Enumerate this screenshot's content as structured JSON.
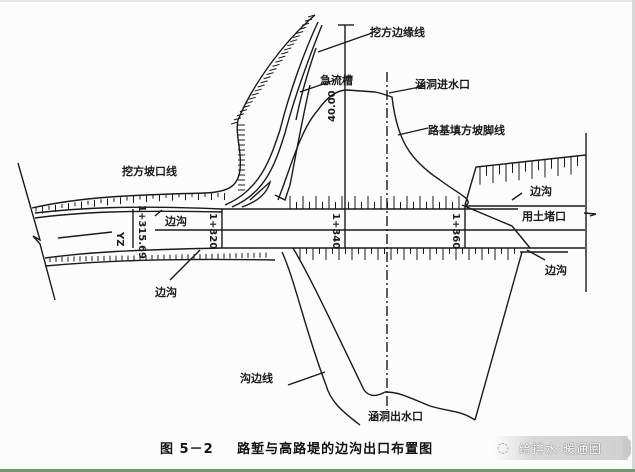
{
  "figure": {
    "caption_number": "图 5－2",
    "caption_title": "路堑与高路堤的边沟出口布置图"
  },
  "labels": {
    "cut_edge_line": "挖方边缘线",
    "chute": "急流槽",
    "culvert_inlet": "涵洞进水口",
    "embankment_toe_line": "路基填方坡脚线",
    "cut_slope_top_line": "挖方坡口线",
    "side_ditch_upper_left": "边沟",
    "side_ditch_lower_left": "边沟",
    "side_ditch_upper_right": "边沟",
    "side_ditch_lower_right": "边沟",
    "soil_plug": "用土堵口",
    "ditch_edge_line": "沟边线",
    "culvert_outlet": "涵洞出水口"
  },
  "stations": {
    "yz": "YZ",
    "s1": "1+315.69",
    "s2": "1+320",
    "s3": "1+340",
    "s4": "1+360"
  },
  "dimensions": {
    "height_dim": "40.00"
  },
  "watermark": {
    "icon": "wechat-icon",
    "text": "给排水·暖通圈"
  }
}
